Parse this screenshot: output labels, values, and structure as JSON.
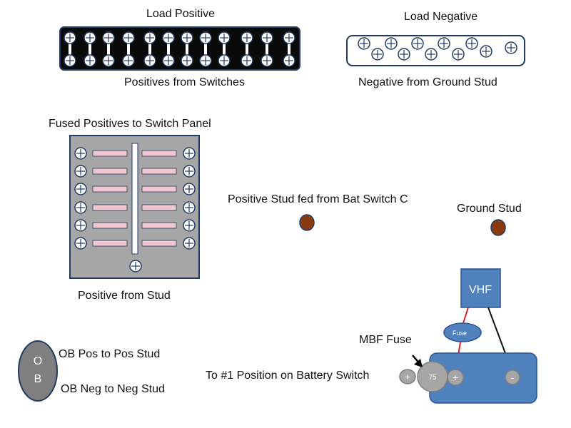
{
  "labels": {
    "load_positive": "Load Positive",
    "positives_from_switches": "Positives from Switches",
    "load_negative": "Load Negative",
    "negative_from_ground_stud": "Negative from Ground Stud",
    "fused_positives": "Fused Positives to Switch Panel",
    "positive_from_stud": "Positive from Stud",
    "positive_stud_fed": "Positive Stud fed from Bat Switch C",
    "ground_stud": "Ground Stud",
    "ob_pos": "OB Pos to Pos Stud",
    "ob_neg": "OB Neg to Neg Stud",
    "to_position_1": "To #1 Position on Battery Switch",
    "mbf_fuse": "MBF Fuse"
  },
  "ob_connector": {
    "top": "O",
    "bottom": "B"
  },
  "vhf": {
    "label": "VHF"
  },
  "inline_fuse": {
    "label": "Fuse"
  },
  "mbf": {
    "rating": "75"
  },
  "battery": {
    "pos_left": "+",
    "pos_right": "+",
    "neg": "-"
  },
  "colors": {
    "bus_black": "#0a0a0a",
    "bus_border": "#1f3b64",
    "panel_gray": "#a6a6a6",
    "fuse_pink": "#f2c7cf",
    "blue": "#4f81bd",
    "blue_dark": "#2f5496",
    "stud_brown": "#8b3a0e",
    "gray_fill": "#a6a6a6",
    "wire_red": "#d62020"
  }
}
